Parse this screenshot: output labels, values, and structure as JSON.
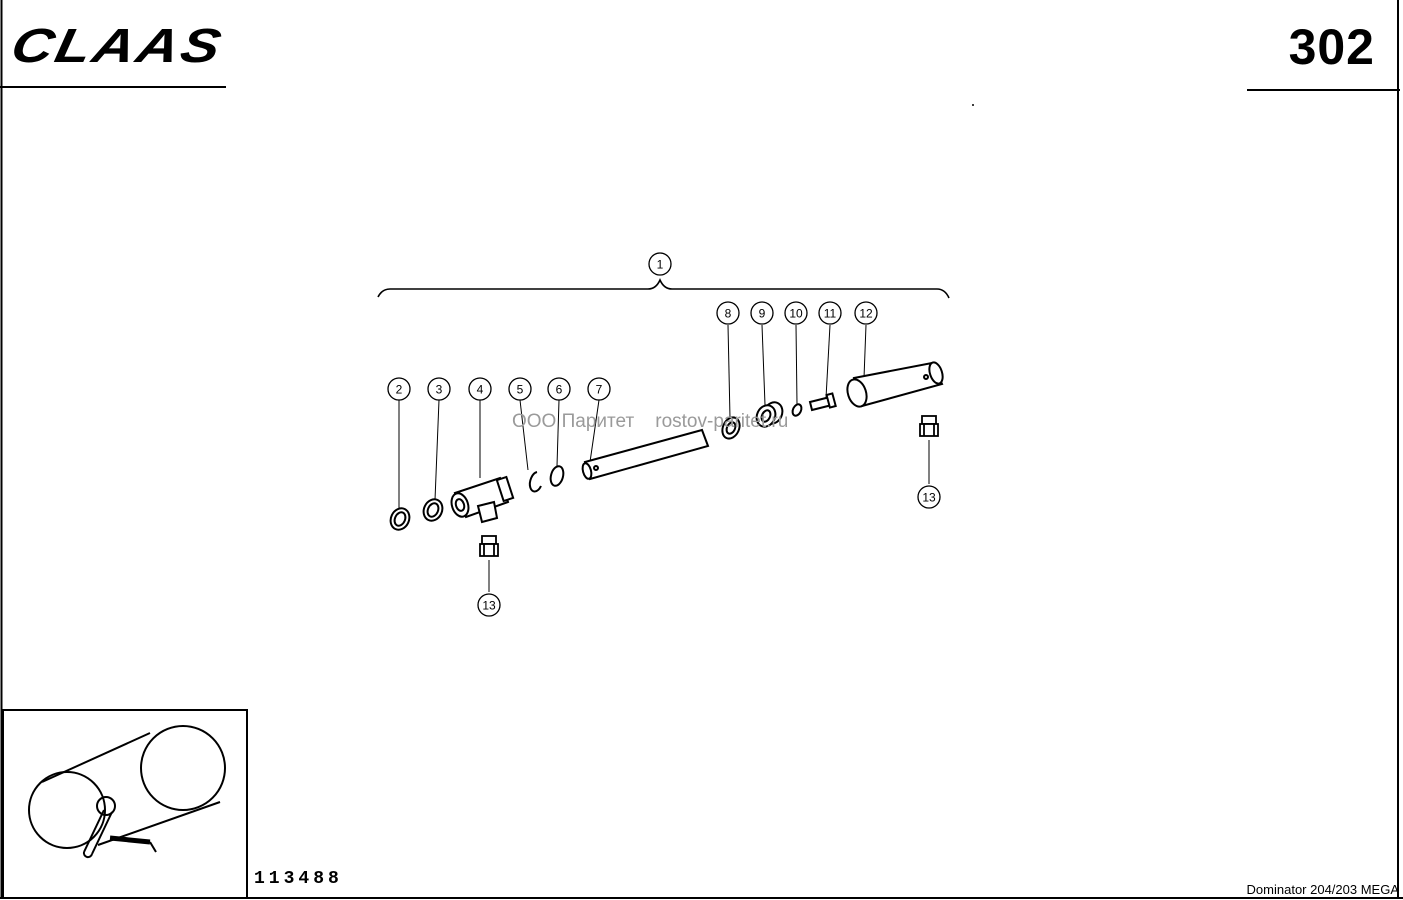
{
  "header": {
    "brand_logo": "CLAAS",
    "page_number": "302"
  },
  "diagram": {
    "callouts": [
      "1",
      "2",
      "3",
      "4",
      "5",
      "6",
      "7",
      "8",
      "9",
      "10",
      "11",
      "12",
      "13",
      "13"
    ],
    "watermark": "ООО Паритет    rostov-paritet.ru"
  },
  "footer": {
    "drawing_number": "113488",
    "model": "Dominator 204/203 MEGA"
  }
}
